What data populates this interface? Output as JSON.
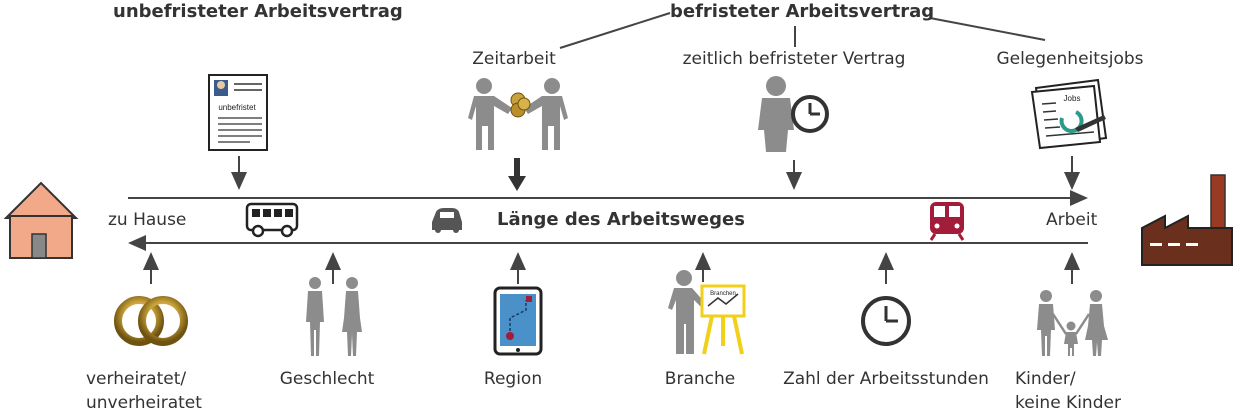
{
  "headings": {
    "permanent": "unbefristeter Arbeitsvertrag",
    "temporary": "befristeter Arbeitsvertrag"
  },
  "contract_types": {
    "temp_work": "Zeitarbeit",
    "fixed_term": "zeitlich befristeter Vertrag",
    "casual_jobs": "Gelegenheitsjobs"
  },
  "icon_text": {
    "contract_label": "unbefristet",
    "newspaper_label": "Jobs",
    "easel_label": "Branchen"
  },
  "route": {
    "home": "zu Hause",
    "work": "Arbeit",
    "commute": "Länge des Arbeitsweges"
  },
  "factors": {
    "marital_line1": "verheiratet/",
    "marital_line2": "unverheiratet",
    "gender": "Geschlecht",
    "region": "Region",
    "industry": "Branche",
    "hours": "Zahl der Arbeitsstunden",
    "children_line1": "Kinder/",
    "children_line2": "keine Kinder"
  },
  "colors": {
    "text": "#333333",
    "line": "#444444",
    "house": "#f2a98a",
    "factory": "#6b2f1e",
    "train": "#a31d3a",
    "gold": "#c8a23a",
    "easel": "#f0d01a",
    "figure": "#8c8c8c"
  }
}
